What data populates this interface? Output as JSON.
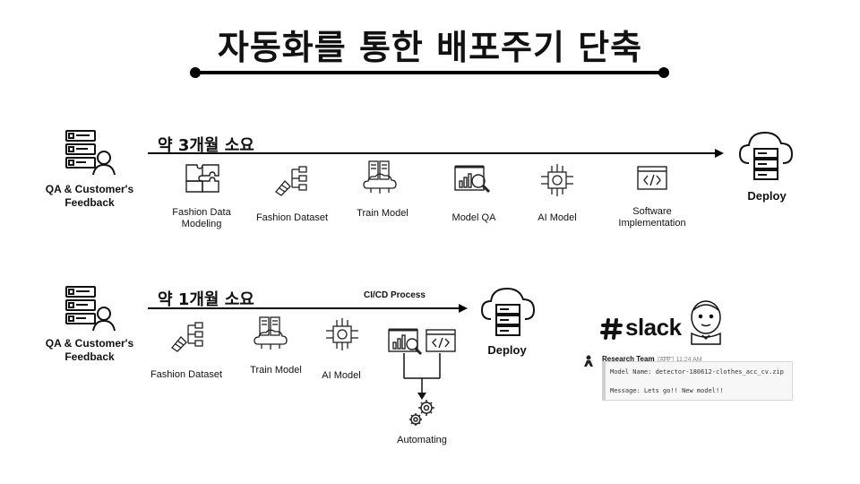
{
  "title": "자동화를 통한 배포주기 단축",
  "top_row": {
    "source_label": "QA & Customer's Feedback",
    "period": "약 3개월 소요",
    "steps": [
      {
        "label": "Fashion Data Modeling",
        "icon": "puzzle-icon"
      },
      {
        "label": "Fashion Dataset",
        "icon": "dataset-icon"
      },
      {
        "label": "Train Model",
        "icon": "server-cloud-icon"
      },
      {
        "label": "Model QA",
        "icon": "chart-magnifier-icon"
      },
      {
        "label": "AI Model",
        "icon": "chip-icon"
      },
      {
        "label": "Software Implementation",
        "icon": "code-window-icon"
      }
    ],
    "deploy_label": "Deploy"
  },
  "bottom_row": {
    "source_label": "QA & Customer's Feedback",
    "period": "약 1개월 소요",
    "cicd_label": "CI/CD Process",
    "steps": [
      {
        "label": "Fashion Dataset",
        "icon": "dataset-icon"
      },
      {
        "label": "Train Model",
        "icon": "server-cloud-icon"
      },
      {
        "label": "AI Model",
        "icon": "chip-icon"
      }
    ],
    "automating_label": "Automating",
    "deploy_label": "Deploy"
  },
  "slack": {
    "wordmark": "slack",
    "team": "Research Team",
    "app_badge": "APP",
    "time": "11:24 AM",
    "line1": "Model Name: detector-180612-clothes_acc_cv.zip",
    "line2": "Message: Lets go!! New model!!"
  }
}
